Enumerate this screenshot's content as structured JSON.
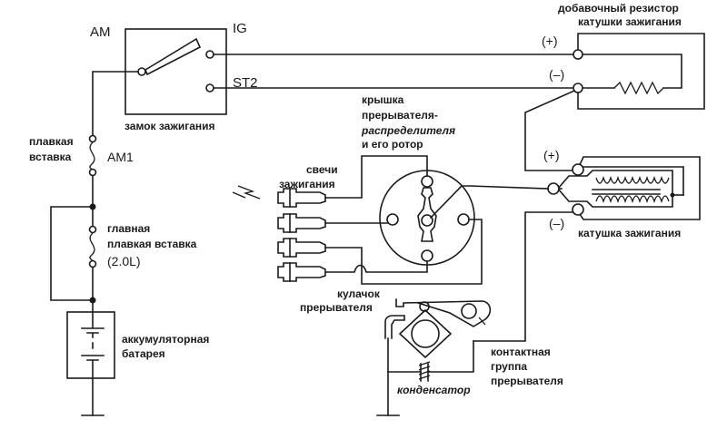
{
  "diagram": {
    "title": "Ignition system wiring diagram",
    "switch": {
      "terminal_am": "AM",
      "terminal_ig": "IG",
      "terminal_st2": "ST2",
      "label": "замок зажигания"
    },
    "fuse_am1": {
      "label_line1": "плавкая",
      "label_line2": "вставка",
      "id": "AM1"
    },
    "main_fuse": {
      "label_line1": "главная",
      "label_line2": "плавкая вставка",
      "rating": "(2.0L)"
    },
    "battery": {
      "label_line1": "аккумуляторная",
      "label_line2": "батарея"
    },
    "resistor": {
      "label_line1": "добавочный резистор",
      "label_line2": "катушки зажигания",
      "plus": "(+)",
      "minus": "(–)"
    },
    "coil": {
      "label": "катушка зажигания",
      "plus": "(+)",
      "minus": "(–)"
    },
    "distributor": {
      "label_line1": "крышка",
      "label_line2": "прерывателя-",
      "label_line3": "распределителя",
      "label_line4": "и его ротор"
    },
    "spark_plugs": {
      "label_line1": "свечи",
      "label_line2": "зажигания",
      "count": 4
    },
    "breaker_cam": {
      "label_line1": "кулачок",
      "label_line2": "прерывателя"
    },
    "contact_group": {
      "label_line1": "контактная",
      "label_line2": "группа",
      "label_line3": "прерывателя"
    },
    "condenser": {
      "label": "конденсатор"
    }
  }
}
